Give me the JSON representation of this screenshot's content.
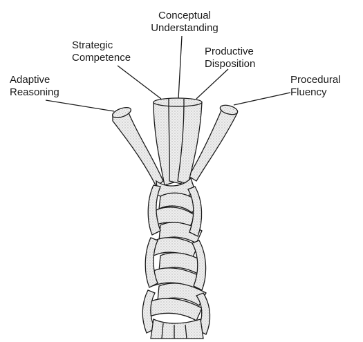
{
  "strands": [
    {
      "id": "conceptual",
      "lines": [
        "Conceptual",
        "Understanding"
      ]
    },
    {
      "id": "strategic",
      "lines": [
        "Strategic",
        "Competence"
      ]
    },
    {
      "id": "productive",
      "lines": [
        "Productive",
        "Disposition"
      ]
    },
    {
      "id": "adaptive",
      "lines": [
        "Adaptive",
        "Reasoning"
      ]
    },
    {
      "id": "procedural",
      "lines": [
        "Procedural",
        "Fluency"
      ]
    }
  ],
  "colors": {
    "rope_fill": "#e9e9e9",
    "rope_stroke": "#1a1a1a",
    "text": "#1a1a1a"
  }
}
